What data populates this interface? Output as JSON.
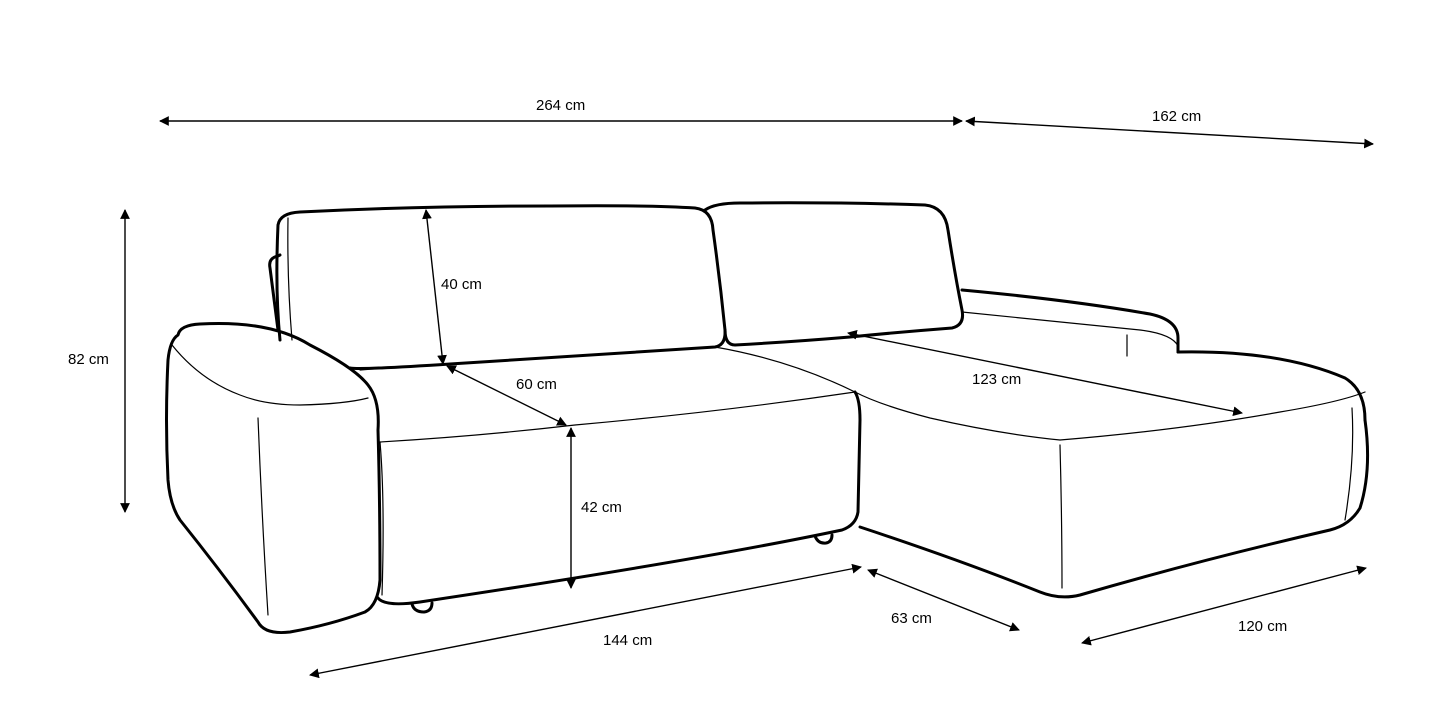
{
  "dimensions": {
    "total_width": "264 cm",
    "chaise_length": "162 cm",
    "height": "82 cm",
    "backrest_height": "40 cm",
    "seat_depth": "60 cm",
    "seat_height": "42 cm",
    "chaise_inner_length": "123 cm",
    "front_width": "144 cm",
    "chaise_depth_side": "63 cm",
    "chaise_width": "120 cm"
  }
}
